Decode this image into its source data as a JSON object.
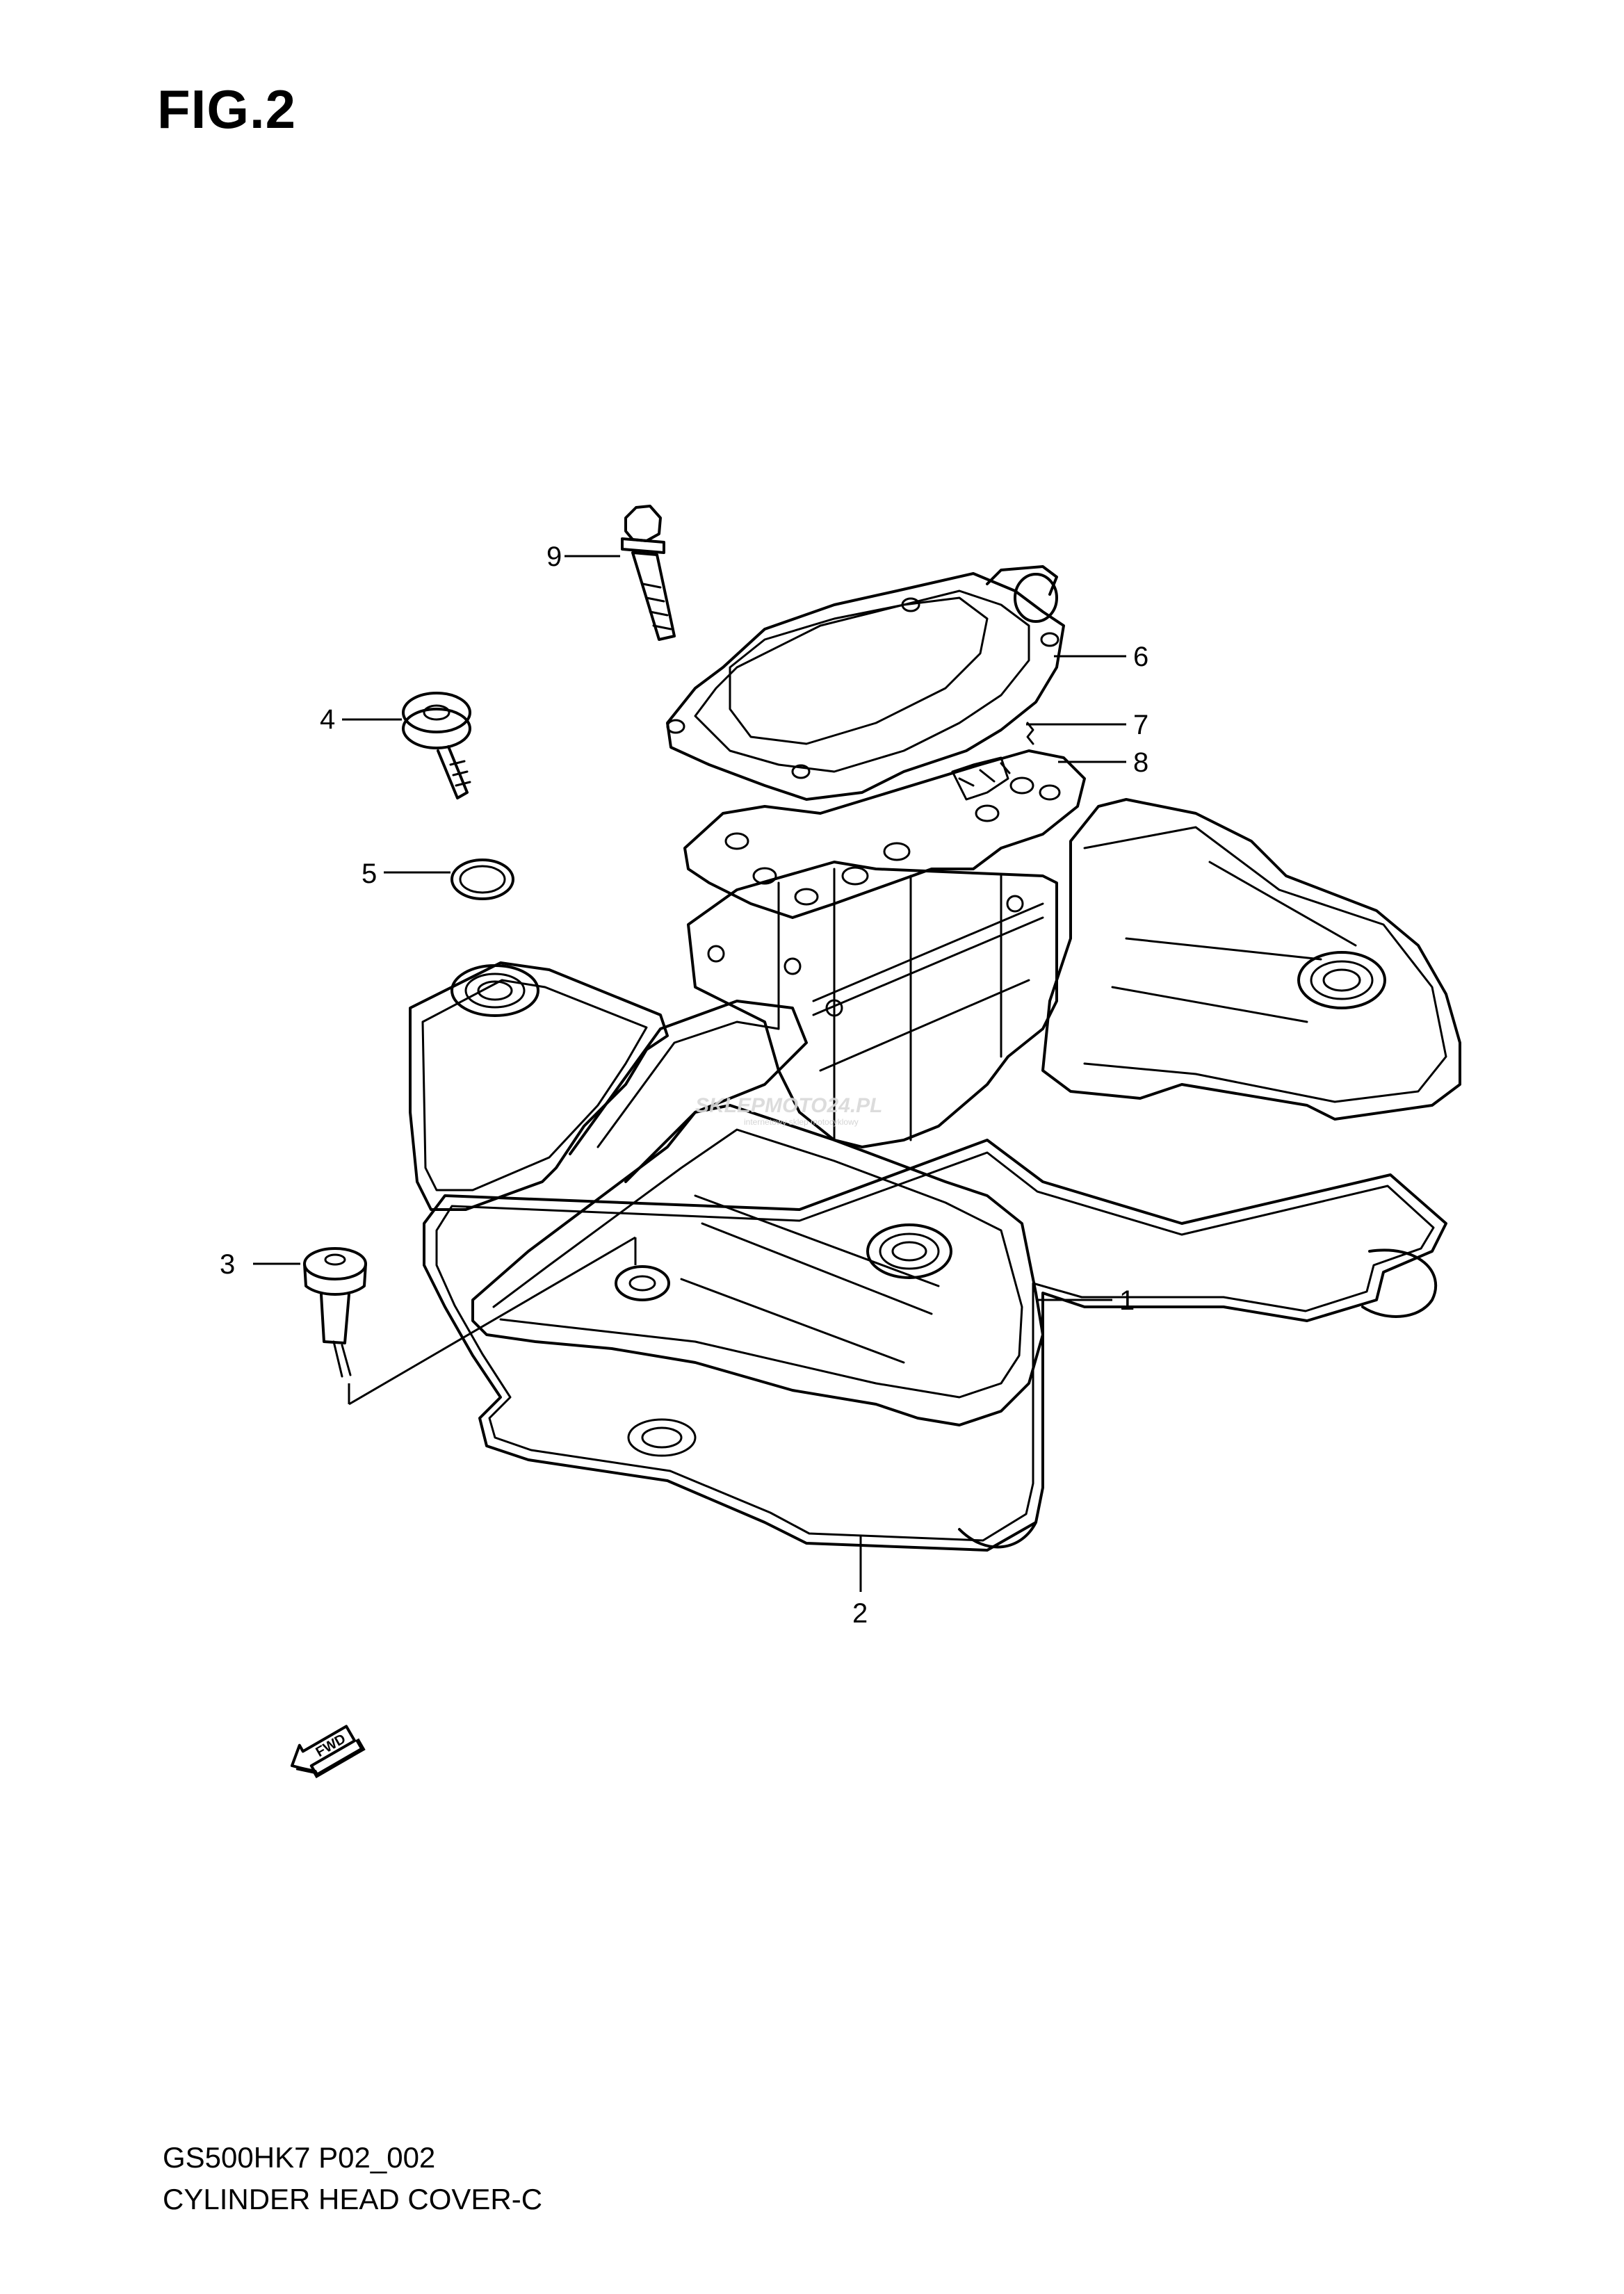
{
  "figure": {
    "title": "FIG.2"
  },
  "callouts": [
    "1",
    "2",
    "3",
    "4",
    "5",
    "6",
    "7",
    "8",
    "9"
  ],
  "direction_marker": {
    "label": "FWD"
  },
  "watermark": {
    "brand": "SKLEPMOTO24.PL",
    "tagline": "internetowy sklep motocyklowy"
  },
  "footer": {
    "code": "GS500HK7 P02_002",
    "name": "CYLINDER HEAD COVER-C"
  }
}
